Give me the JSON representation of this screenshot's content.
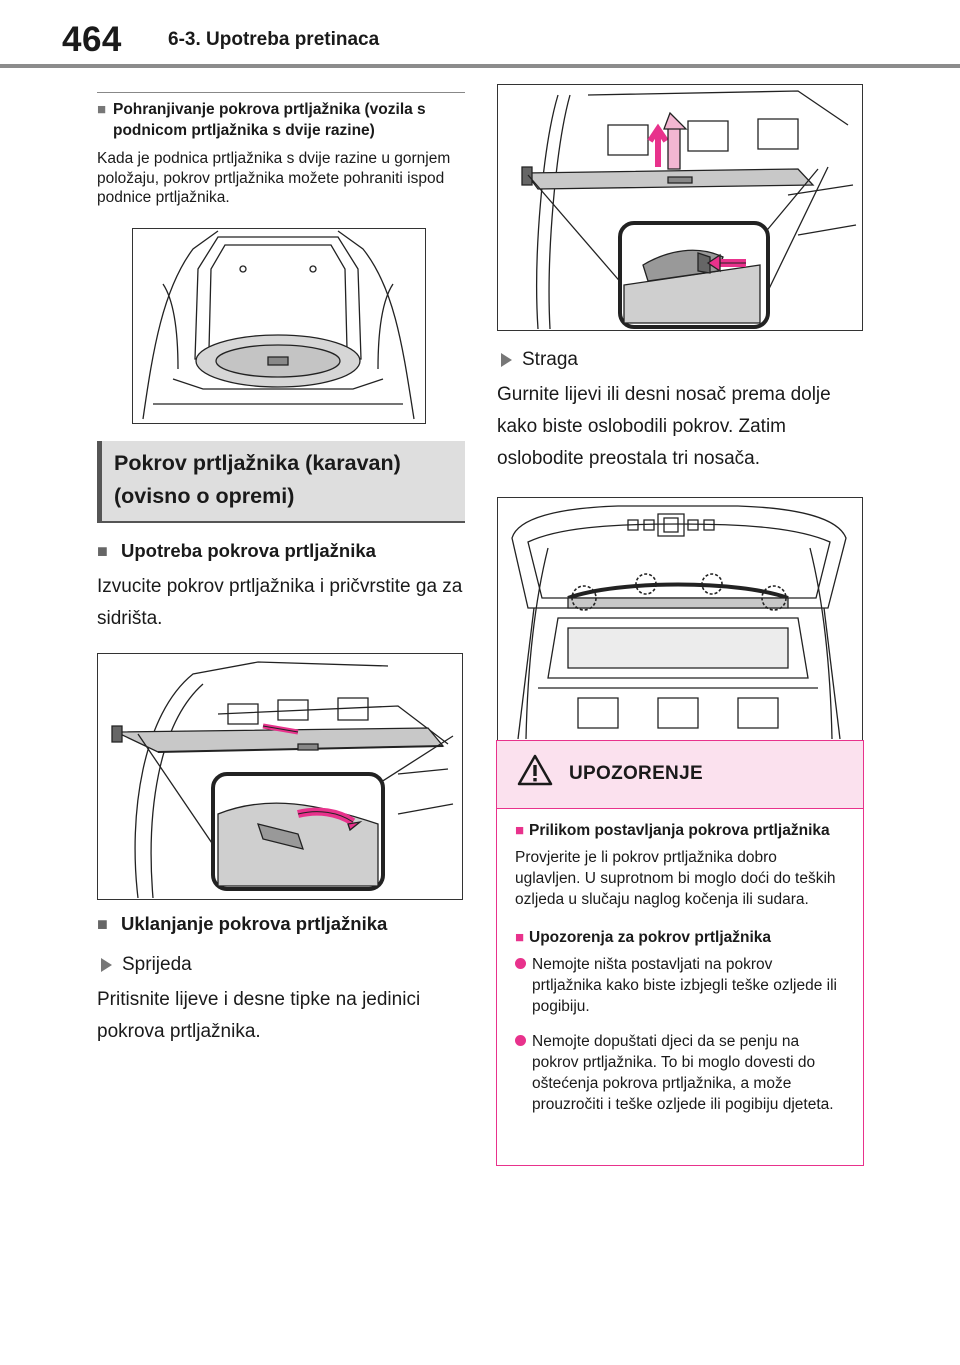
{
  "header": {
    "page_number": "464",
    "section": "6-3. Upotreba pretinaca"
  },
  "left": {
    "storage_heading": "Pohranjivanje pokrova prtljažnika (vozila s podnicom prtljažnika s dvije razine)",
    "storage_text": "Kada je podnica prtljažnika s dvije razine u gornjem položaju, pokrov prtljažnika možete pohraniti ispod podnice prtljažnika.",
    "band_title_line1": "Pokrov prtljažnika (karavan)",
    "band_title_line2": "(ovisno o opremi)",
    "use_heading": "Upotreba pokrova prtljažnika",
    "use_text": "Izvucite pokrov prtljažnika i pričvrstite ga za sidrišta.",
    "remove_heading": "Uklanjanje pokrova prtljažnika",
    "front_label": "Sprijeda",
    "front_text": "Pritisnite lijeve i desne tipke na jedinici pokrova prtljažnika."
  },
  "right": {
    "rear_label": "Straga",
    "rear_text": "Gurnite lijevi ili desni nosač prema dolje kako biste oslobodili pokrov. Zatim oslobodite preostala tri nosača."
  },
  "warning": {
    "title": "UPOZORENJE",
    "sub1": "Prilikom postavljanja pokrova prtljažnika",
    "text1": "Provjerite je li pokrov prtljažnika dobro uglavljen. U suprotnom bi moglo doći do teških ozljeda u slučaju naglog kočenja ili sudara.",
    "sub2": "Upozorenja za pokrov prtljažnika",
    "bullet1": "Nemojte ništa postavljati na pokrov prtljažnika kako biste izbjegli teške ozljede ili pogibiju.",
    "bullet2": "Nemojte dopuštati djeci da se penju na pokrov prtljažnika. To bi moglo dovesti do oštećenja pokrova prtljažnika, a može prouzročiti i teške ozljede ili pogibiju djeteta."
  },
  "colors": {
    "warning_accent": "#e8328c",
    "warning_fill": "#fbe1ee",
    "band_fill": "#dedede",
    "rule": "#8c8c8c"
  }
}
